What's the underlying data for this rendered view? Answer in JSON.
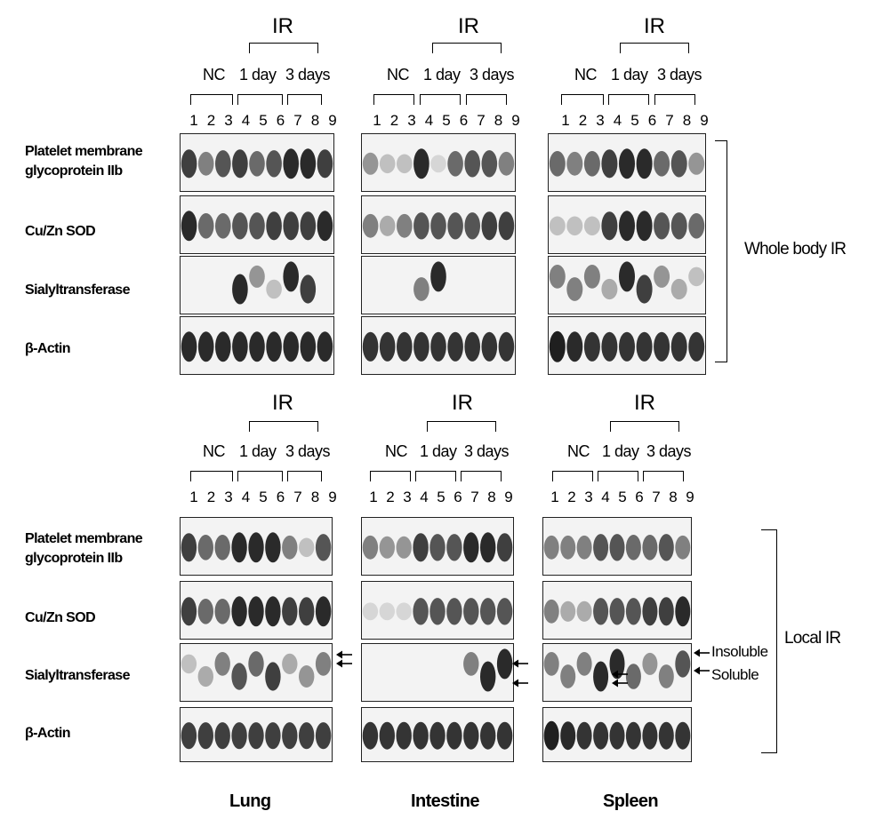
{
  "lane_numbers": [
    "1",
    "2",
    "3",
    "4",
    "5",
    "6",
    "7",
    "8",
    "9"
  ],
  "groups": {
    "nc": "NC",
    "day1": "1 day",
    "day3": "3 days",
    "ir": "IR"
  },
  "rows": {
    "platelet_line1": "Platelet membrane",
    "platelet_line2": "glycoprotein IIb",
    "cuzn": "Cu/Zn SOD",
    "sialyl": "Sialyltransferase",
    "actin": "β-Actin"
  },
  "side_labels": {
    "whole_body": "Whole body IR",
    "local": "Local IR"
  },
  "tissues": [
    "Lung",
    "Intestine",
    "Spleen"
  ],
  "annotations": {
    "insoluble": "Insoluble",
    "soluble": "Soluble"
  },
  "blot_intensity": {
    "top": {
      "lung": {
        "platelet": [
          0.8,
          0.5,
          0.7,
          0.8,
          0.6,
          0.7,
          0.9,
          0.9,
          0.8
        ],
        "cuzn": [
          0.9,
          0.6,
          0.6,
          0.7,
          0.7,
          0.8,
          0.8,
          0.8,
          0.9
        ],
        "sialyl": [
          0,
          0,
          0,
          0.9,
          0.4,
          0.2,
          0.9,
          0.8,
          0
        ],
        "actin": [
          0.9,
          0.9,
          0.9,
          0.9,
          0.9,
          0.9,
          0.9,
          0.9,
          0.9
        ]
      },
      "intestine": {
        "platelet": [
          0.4,
          0.2,
          0.2,
          0.9,
          0.1,
          0.6,
          0.7,
          0.7,
          0.5
        ],
        "cuzn": [
          0.5,
          0.3,
          0.5,
          0.7,
          0.7,
          0.7,
          0.7,
          0.8,
          0.8
        ],
        "sialyl": [
          0,
          0,
          0,
          0.5,
          0.9,
          0,
          0,
          0,
          0
        ],
        "actin": [
          0.85,
          0.85,
          0.85,
          0.85,
          0.85,
          0.85,
          0.85,
          0.85,
          0.85
        ]
      },
      "spleen": {
        "platelet": [
          0.6,
          0.5,
          0.6,
          0.8,
          0.9,
          0.9,
          0.6,
          0.7,
          0.4
        ],
        "cuzn": [
          0.2,
          0.2,
          0.2,
          0.8,
          0.9,
          0.9,
          0.7,
          0.7,
          0.6
        ],
        "sialyl": [
          0.5,
          0.5,
          0.5,
          0.3,
          0.9,
          0.8,
          0.4,
          0.3,
          0.2
        ],
        "actin": [
          0.95,
          0.9,
          0.85,
          0.85,
          0.85,
          0.85,
          0.85,
          0.85,
          0.85
        ]
      }
    },
    "bottom": {
      "lung": {
        "platelet": [
          0.8,
          0.6,
          0.6,
          0.9,
          0.9,
          0.9,
          0.5,
          0.2,
          0.7
        ],
        "cuzn": [
          0.8,
          0.6,
          0.6,
          0.9,
          0.9,
          0.9,
          0.8,
          0.8,
          0.9
        ],
        "sialyl": [
          0.2,
          0.3,
          0.5,
          0.7,
          0.6,
          0.8,
          0.3,
          0.4,
          0.5
        ],
        "actin": [
          0.8,
          0.8,
          0.8,
          0.8,
          0.8,
          0.8,
          0.8,
          0.8,
          0.8
        ]
      },
      "intestine": {
        "platelet": [
          0.5,
          0.4,
          0.4,
          0.8,
          0.7,
          0.7,
          0.9,
          0.9,
          0.8
        ],
        "cuzn": [
          0.1,
          0.1,
          0.1,
          0.7,
          0.7,
          0.7,
          0.7,
          0.7,
          0.7
        ],
        "sialyl": [
          0,
          0,
          0,
          0,
          0,
          0,
          0.5,
          0.9,
          0.9
        ],
        "actin": [
          0.85,
          0.85,
          0.85,
          0.85,
          0.85,
          0.85,
          0.85,
          0.85,
          0.85
        ]
      },
      "spleen": {
        "platelet": [
          0.5,
          0.5,
          0.5,
          0.7,
          0.7,
          0.6,
          0.6,
          0.7,
          0.5
        ],
        "cuzn": [
          0.5,
          0.3,
          0.3,
          0.7,
          0.7,
          0.7,
          0.8,
          0.8,
          0.9
        ],
        "sialyl": [
          0.5,
          0.5,
          0.5,
          0.9,
          0.9,
          0.6,
          0.4,
          0.5,
          0.7
        ],
        "actin": [
          0.95,
          0.9,
          0.85,
          0.85,
          0.85,
          0.85,
          0.85,
          0.85,
          0.85
        ]
      }
    }
  }
}
